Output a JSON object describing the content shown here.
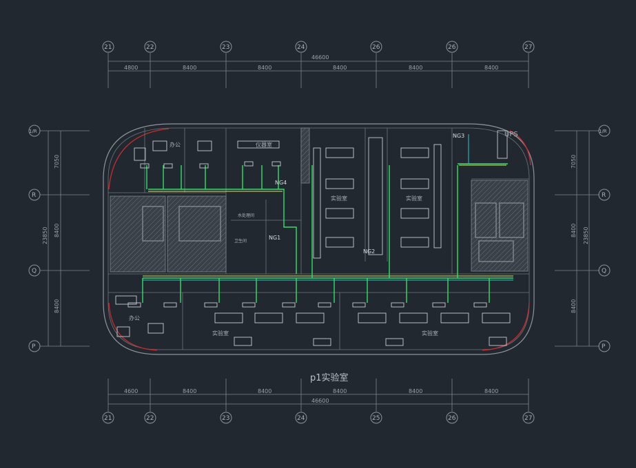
{
  "drawing_title": "p1实验室",
  "grid_columns": [
    "21",
    "22",
    "23",
    "24",
    "25",
    "26",
    "27"
  ],
  "top_grid_column_labels": [
    "21",
    "22",
    "23",
    "24",
    "26",
    "26",
    "27"
  ],
  "grid_rows_left": [
    "1/R",
    "R",
    "Q",
    "P"
  ],
  "grid_rows_right": [
    "1/R",
    "R",
    "Q",
    "P"
  ],
  "dimensions": {
    "overall": "46600",
    "segments": [
      "4800",
      "8400",
      "8400",
      "8400",
      "8400",
      "8400"
    ],
    "bottom_segments": [
      "4600",
      "8400",
      "8400",
      "8400",
      "8400",
      "8400"
    ],
    "left_vertical": [
      "7050",
      "8400",
      "8400"
    ],
    "left_total": "23850",
    "right_vertical": [
      "7050",
      "8400",
      "8400"
    ],
    "right_total": "23850"
  },
  "rooms": {
    "office_top_left": "办公",
    "instrument_room": "仪器室",
    "lab_1": "实验室",
    "lab_2": "实验室",
    "lab_3": "实验室",
    "lab_4": "实验室",
    "office_bottom_left": "办公",
    "ups": "UPS",
    "water_room": "水处理间",
    "toilet": "卫生间"
  },
  "gas_tags": [
    "NG1",
    "NG2",
    "NG3",
    "NG4"
  ],
  "colors": {
    "background": "#212830",
    "pipe_green": "#2ee36a",
    "pipe_yellow": "#e5e45a",
    "pipe_cyan": "#28c9d4",
    "outline_red": "#cc2b2b"
  }
}
